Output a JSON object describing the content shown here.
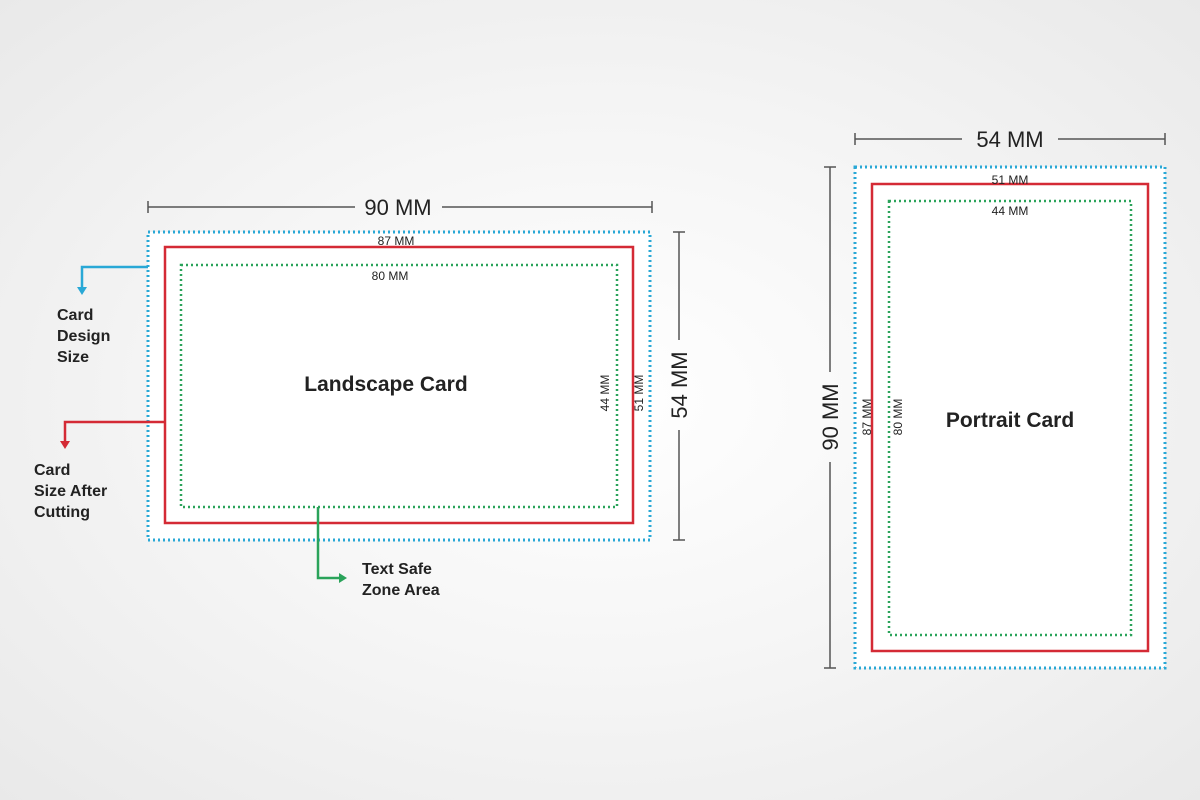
{
  "colors": {
    "design": "#29a8d6",
    "cut": "#d42a35",
    "safe": "#2aa35a",
    "dim": "#555555"
  },
  "landscape": {
    "title": "Landscape Card",
    "width_label": "90 MM",
    "height_label": "54 MM",
    "cut_width": "87 MM",
    "safe_width": "80 MM",
    "safe_height": "44 MM",
    "cut_height": "51 MM"
  },
  "portrait": {
    "title": "Portrait Card",
    "width_label": "54 MM",
    "height_label": "90 MM",
    "cut_width": "51 MM",
    "safe_width": "44 MM",
    "cut_height": "87 MM",
    "safe_height": "80 MM"
  },
  "legend": {
    "design": [
      "Card",
      "Design",
      "Size"
    ],
    "cut": [
      "Card",
      "Size After",
      "Cutting"
    ],
    "safe": [
      "Text Safe",
      "Zone Area"
    ]
  }
}
